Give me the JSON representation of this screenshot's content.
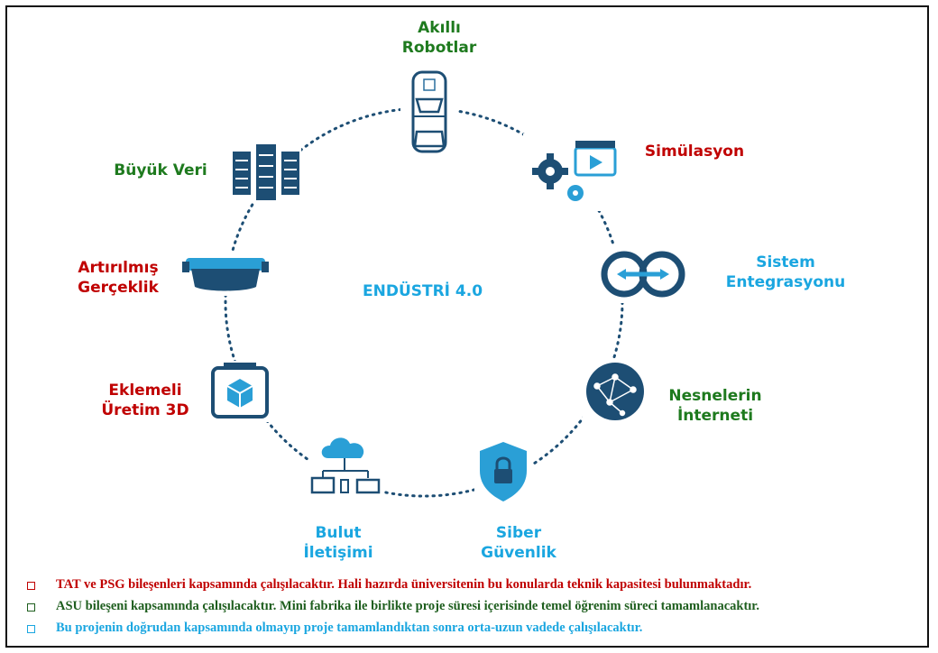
{
  "diagram": {
    "center_label": "ENDÜSTRİ 4.0",
    "nodes": [
      {
        "id": "robots",
        "line1": "Akıllı",
        "line2": "Robotlar",
        "color": "#1e7a1e",
        "icon": "robot-car-icon"
      },
      {
        "id": "simulation",
        "line1": "Simülasyon",
        "line2": "",
        "color": "#c00000",
        "icon": "gears-video-icon"
      },
      {
        "id": "integration",
        "line1": "Sistem",
        "line2": "Entegrasyonu",
        "color": "#1aa6e0",
        "icon": "integration-rings-icon"
      },
      {
        "id": "iot",
        "line1": "Nesnelerin",
        "line2": "İnterneti",
        "color": "#1e7a1e",
        "icon": "network-globe-icon"
      },
      {
        "id": "security",
        "line1": "Siber",
        "line2": "Güvenlik",
        "color": "#1aa6e0",
        "icon": "shield-lock-icon"
      },
      {
        "id": "cloud",
        "line1": "Bulut",
        "line2": "İletişimi",
        "color": "#1aa6e0",
        "icon": "cloud-network-icon"
      },
      {
        "id": "additive",
        "line1": "Eklemeli",
        "line2": "Üretim 3D",
        "color": "#c00000",
        "icon": "printer-3d-icon"
      },
      {
        "id": "ar",
        "line1": "Artırılmış",
        "line2": "Gerçeklik",
        "color": "#c00000",
        "icon": "vr-headset-icon"
      },
      {
        "id": "bigdata",
        "line1": "Büyük Veri",
        "line2": "",
        "color": "#1e7a1e",
        "icon": "server-racks-icon"
      }
    ]
  },
  "notes": [
    {
      "text": "TAT ve PSG bileşenleri kapsamında çalışılacaktır. Hali hazırda üniversitenin bu konularda teknik kapasitesi bulunmaktadır.",
      "color": "#c00000"
    },
    {
      "text": "ASU bileşeni kapsamında çalışılacaktır. Mini fabrika ile birlikte proje süresi içerisinde temel öğrenim süreci tamamlanacaktır.",
      "color": "#1e5e1e"
    },
    {
      "text": "Bu projenin doğrudan kapsamında olmayıp proje tamamlandıktan sonra orta-uzun vadede çalışılacaktır.",
      "color": "#1aa6e0"
    }
  ],
  "colors": {
    "icon_dark": "#1d4e74",
    "icon_mid": "#2a6f9e",
    "ring": "#1d4e74"
  }
}
